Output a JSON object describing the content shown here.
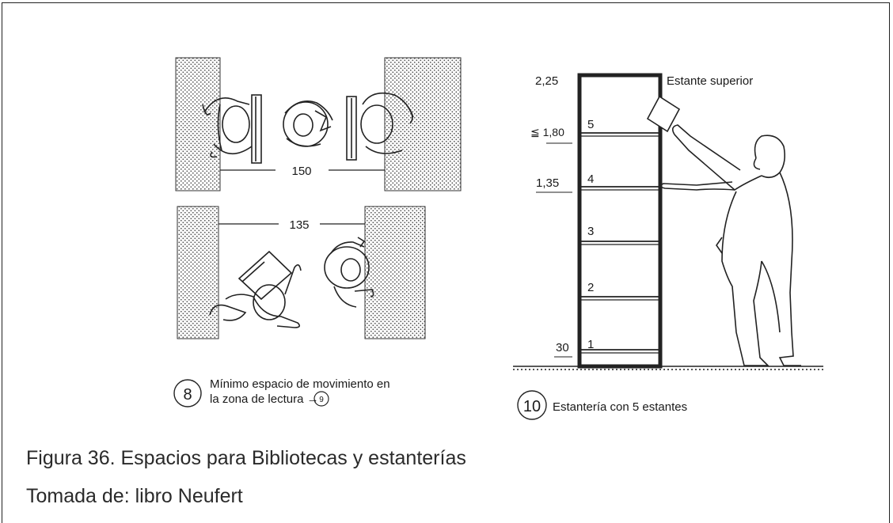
{
  "figure_8": {
    "dim_top": "150",
    "dim_bottom": "135",
    "number": "8",
    "caption_line1": "Mínimo espacio de movimiento en",
    "caption_line2": "la zona de lectura →",
    "ref_number": "9"
  },
  "figure_10": {
    "top_label": "Estante superior",
    "heights": [
      "2,25",
      "≦ 1,80",
      "1,35",
      "30"
    ],
    "shelves": [
      "5",
      "4",
      "3",
      "2",
      "1"
    ],
    "number": "10",
    "caption": "Estantería con 5 estantes"
  },
  "caption": {
    "title": "Figura 36. Espacios para Bibliotecas y estanterías",
    "source": "Tomada de: libro Neufert"
  }
}
